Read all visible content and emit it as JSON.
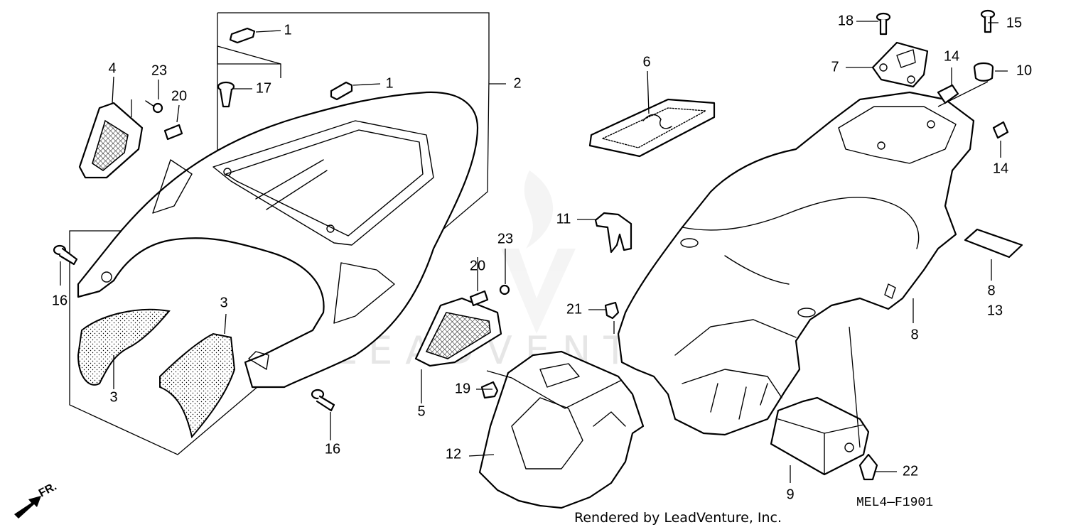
{
  "diagram": {
    "figure_code": "MEL4—F1901",
    "credit": "Rendered by LeadVenture, Inc.",
    "watermark": "LEADVENTURE",
    "front_marker": "FR.",
    "callouts": [
      {
        "id": "c1a",
        "label": "1"
      },
      {
        "id": "c1b",
        "label": "1"
      },
      {
        "id": "c2",
        "label": "2"
      },
      {
        "id": "c3a",
        "label": "3"
      },
      {
        "id": "c3b",
        "label": "3"
      },
      {
        "id": "c4",
        "label": "4"
      },
      {
        "id": "c5",
        "label": "5"
      },
      {
        "id": "c6",
        "label": "6"
      },
      {
        "id": "c7",
        "label": "7"
      },
      {
        "id": "c8a",
        "label": "8"
      },
      {
        "id": "c8b",
        "label": "8"
      },
      {
        "id": "c9",
        "label": "9"
      },
      {
        "id": "c10",
        "label": "10"
      },
      {
        "id": "c11",
        "label": "11"
      },
      {
        "id": "c12",
        "label": "12"
      },
      {
        "id": "c13",
        "label": "13"
      },
      {
        "id": "c14a",
        "label": "14"
      },
      {
        "id": "c14b",
        "label": "14"
      },
      {
        "id": "c15",
        "label": "15"
      },
      {
        "id": "c16a",
        "label": "16"
      },
      {
        "id": "c16b",
        "label": "16"
      },
      {
        "id": "c17",
        "label": "17"
      },
      {
        "id": "c18",
        "label": "18"
      },
      {
        "id": "c19",
        "label": "19"
      },
      {
        "id": "c20a",
        "label": "20"
      },
      {
        "id": "c20b",
        "label": "20"
      },
      {
        "id": "c21",
        "label": "21"
      },
      {
        "id": "c22",
        "label": "22"
      },
      {
        "id": "c23a",
        "label": "23"
      },
      {
        "id": "c23b",
        "label": "23"
      }
    ]
  }
}
